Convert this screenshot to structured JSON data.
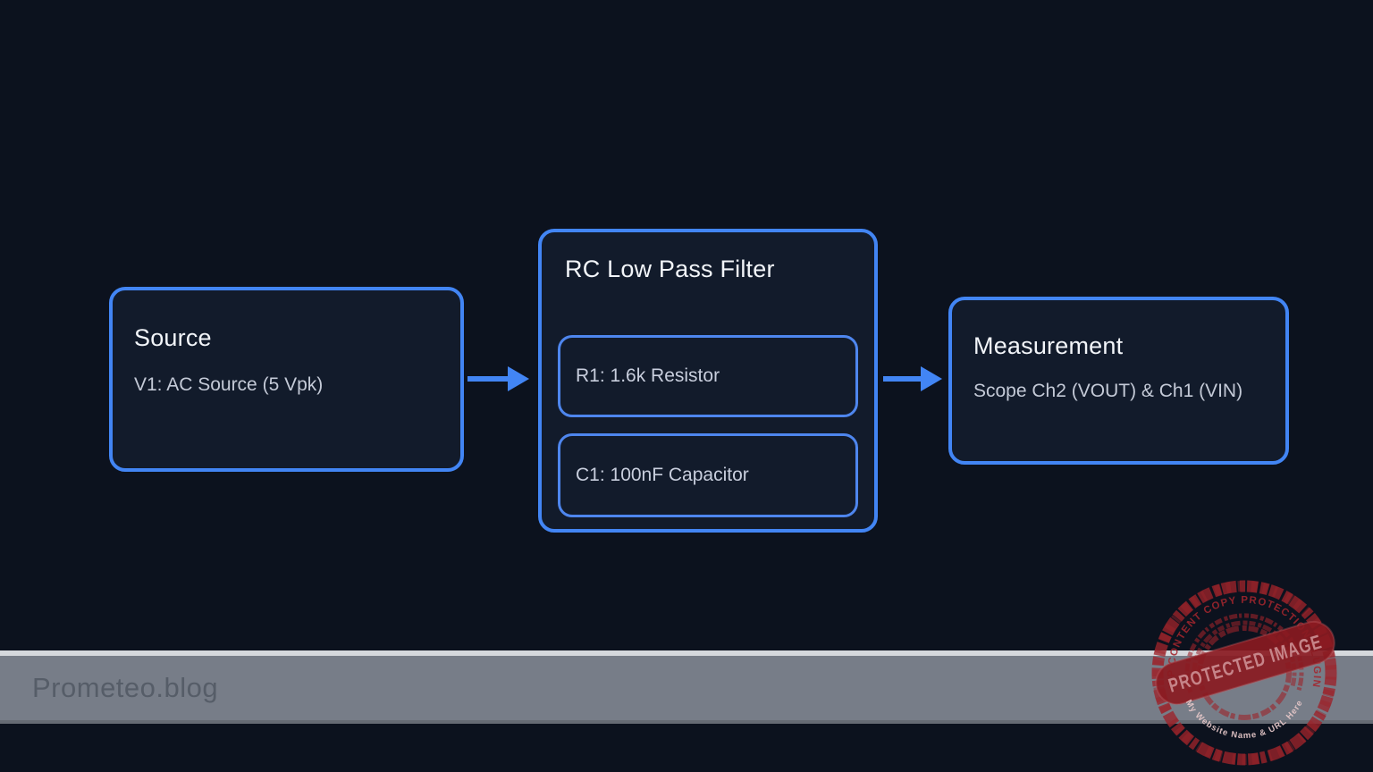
{
  "page": {
    "background_color": "#0c121e",
    "accent_color": "#4285f4"
  },
  "diagram": {
    "source": {
      "title": "Source",
      "subtitle": "V1: AC Source (5 Vpk)"
    },
    "filter": {
      "title": "RC Low Pass Filter",
      "components": [
        "R1: 1.6k Resistor",
        "C1: 100nF Capacitor"
      ]
    },
    "measurement": {
      "title": "Measurement",
      "subtitle": "Scope Ch2 (VOUT) & Ch1 (VIN)"
    }
  },
  "footer": {
    "brand": "Prometeo.blog",
    "bar_color": "#777d88",
    "text_color": "#565d68"
  },
  "watermark": {
    "arc_top": "WP CONTENT COPY PROTECTION PLUGIN",
    "banner": "PROTECTED IMAGE",
    "arc_bottom": "My Website Name & URL Here",
    "color": "#9c232a"
  }
}
